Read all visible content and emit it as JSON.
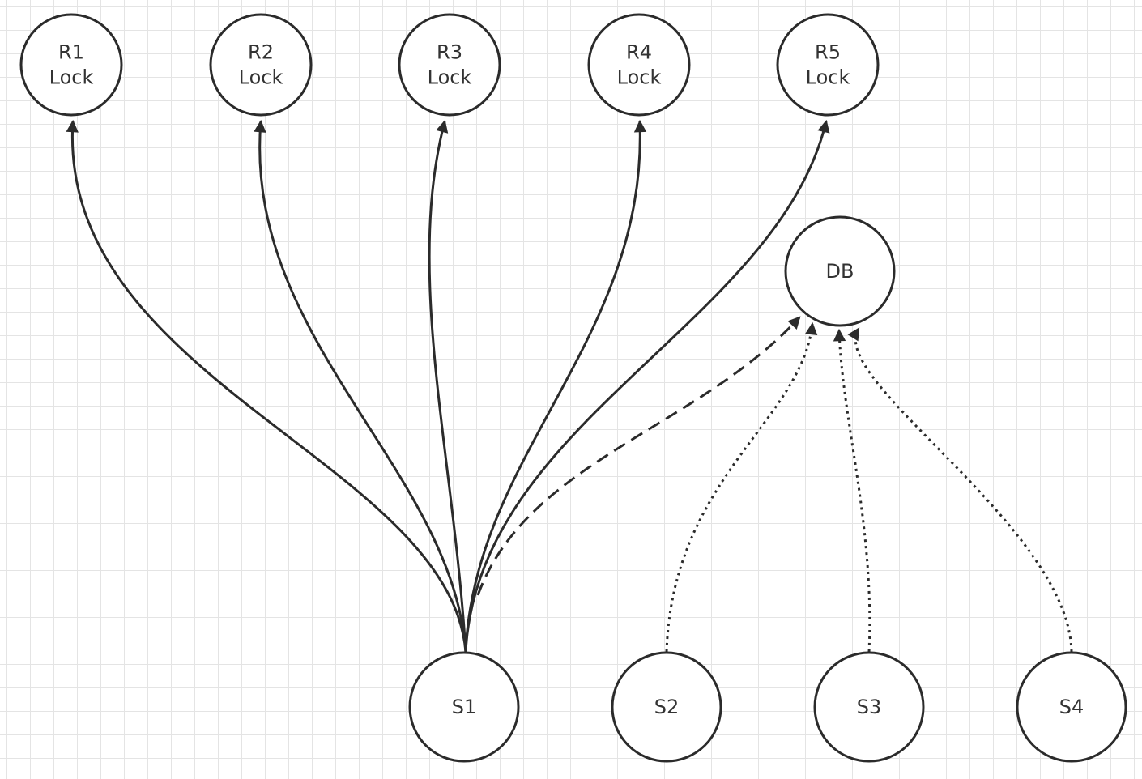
{
  "diagram": {
    "nodes": [
      {
        "id": "R1",
        "lines": [
          "R1",
          "Lock"
        ]
      },
      {
        "id": "R2",
        "lines": [
          "R2",
          "Lock"
        ]
      },
      {
        "id": "R3",
        "lines": [
          "R3",
          "Lock"
        ]
      },
      {
        "id": "R4",
        "lines": [
          "R4",
          "Lock"
        ]
      },
      {
        "id": "R5",
        "lines": [
          "R5",
          "Lock"
        ]
      },
      {
        "id": "DB",
        "lines": [
          "DB"
        ]
      },
      {
        "id": "S1",
        "lines": [
          "S1"
        ]
      },
      {
        "id": "S2",
        "lines": [
          "S2"
        ]
      },
      {
        "id": "S3",
        "lines": [
          "S3"
        ]
      },
      {
        "id": "S4",
        "lines": [
          "S4"
        ]
      }
    ],
    "edges": [
      {
        "from": "S1",
        "to": "R1",
        "style": "solid"
      },
      {
        "from": "S1",
        "to": "R2",
        "style": "solid"
      },
      {
        "from": "S1",
        "to": "R3",
        "style": "solid"
      },
      {
        "from": "S1",
        "to": "R4",
        "style": "solid"
      },
      {
        "from": "S1",
        "to": "R5",
        "style": "solid"
      },
      {
        "from": "S1",
        "to": "DB",
        "style": "dashed"
      },
      {
        "from": "S2",
        "to": "DB",
        "style": "dotted"
      },
      {
        "from": "S3",
        "to": "DB",
        "style": "dotted"
      },
      {
        "from": "S4",
        "to": "DB",
        "style": "dotted"
      }
    ]
  }
}
